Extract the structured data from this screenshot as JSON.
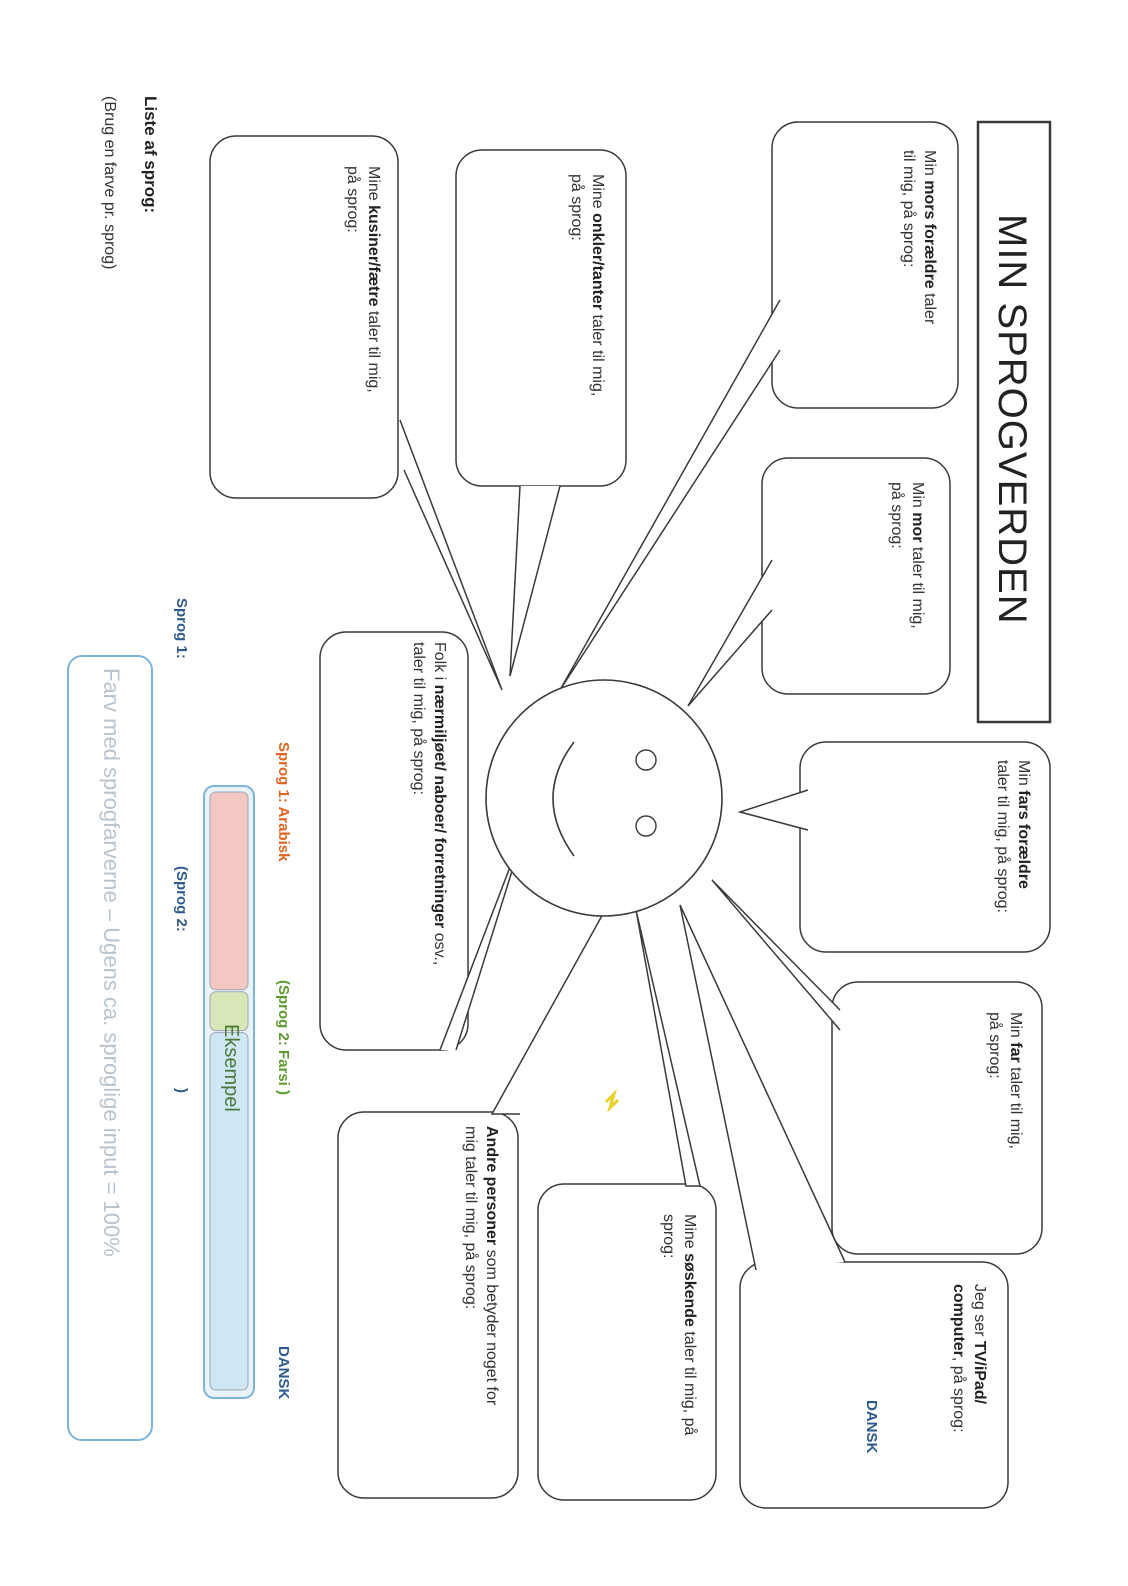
{
  "title": "MIN SPROGVERDEN",
  "bubbles": [
    {
      "id": "mors_foraeldre",
      "pre": "Min ",
      "bold": "mors forældre",
      "post": " taler",
      "line2": "til mig, på sprog:"
    },
    {
      "id": "mor",
      "pre": "Min ",
      "bold": "mor",
      "post": " taler til mig,",
      "line2": "på sprog:"
    },
    {
      "id": "fars_foraeldre",
      "pre": "Min ",
      "bold": "fars forældre",
      "post": "",
      "line2": "taler til mig, på sprog:"
    },
    {
      "id": "far",
      "pre": "Min ",
      "bold": "far",
      "post": " taler til mig,",
      "line2": "på sprog:"
    },
    {
      "id": "tv",
      "pre": "Jeg ser ",
      "bold": "TV/iPad/",
      "post": "",
      "line2b": "computer",
      "line2": ", på sprog:"
    },
    {
      "id": "soeskende",
      "pre": "Mine ",
      "bold": "søskende",
      "post": " taler til mig, på",
      "line2": "sprog:"
    },
    {
      "id": "andre",
      "pre": "",
      "bold": "Andre personer",
      "post": " som betyder noget for",
      "line2": "mig taler til mig, på sprog:"
    },
    {
      "id": "naermiljoe",
      "pre": "Folk i ",
      "bold": "nærmiljøet/ naboer/ forretninger",
      "post": " osv.,",
      "line2": "taler til mig, på sprog:"
    },
    {
      "id": "onkler",
      "pre": "Mine ",
      "bold": "onkler/tanter",
      "post": " taler til mig,",
      "line2": "på sprog:"
    },
    {
      "id": "kusiner",
      "pre": "Mine ",
      "bold": "kusiner/fætre",
      "post": " taler til mig,",
      "line2": "på sprog:"
    }
  ],
  "example": {
    "sprog1": "Sprog 1: Arabisk",
    "sprog2": "(Sprog 2:  Farsi  )",
    "dansk": "DANSK",
    "stamp": "Eksempel",
    "fractions": [
      0.333,
      0.068,
      0.599
    ],
    "colors": [
      "#f4c7c3",
      "#d7e7b8",
      "#cfe6f5"
    ]
  },
  "blank": {
    "sprog1": "Sprog 1:",
    "sprog2": "(Sprog 2:",
    "close": ")",
    "dansk": "DANSK",
    "instruction": "Farv med sprogfarverne – Ugens ca. sproglige input = 100%"
  },
  "liste": {
    "heading": "Liste af sprog:",
    "note": "(Brug en farve pr. sprog)"
  },
  "colors": {
    "line": "#3a3a3a",
    "blue": "#2e5b8f",
    "orange": "#e2621f",
    "green": "#5c9a2f"
  }
}
